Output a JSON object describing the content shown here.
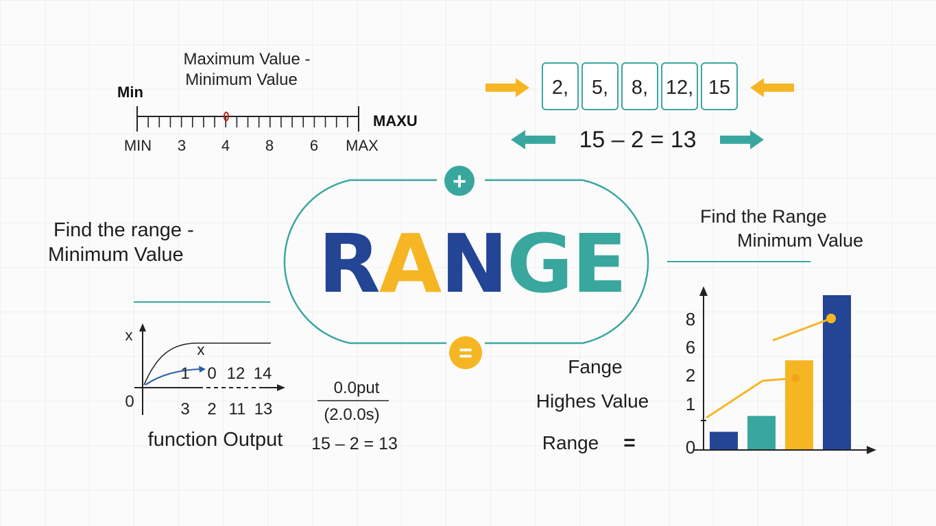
{
  "colors": {
    "navy": "#244596",
    "yellow": "#f6b624",
    "teal": "#3aa79f",
    "ink": "#1e1e1e"
  },
  "title": {
    "letters": [
      {
        "char": "R",
        "color": "#244596"
      },
      {
        "char": "A",
        "color": "#f6b624"
      },
      {
        "char": "N",
        "color": "#244596"
      },
      {
        "char": "G",
        "color": "#3aa79f"
      },
      {
        "char": "E",
        "color": "#3aa79f"
      }
    ],
    "plus_symbol": "+",
    "equals_symbol": "="
  },
  "number_line": {
    "formula_line1": "Maximum Value -",
    "formula_line2": "Minimum Value",
    "min_label": "Min",
    "max_label": "MAXU",
    "tick_labels": [
      "MIN",
      "3",
      "4",
      "8",
      "6",
      "MAX"
    ]
  },
  "data_set": {
    "values": [
      "2,",
      "5,",
      "8,",
      "12,",
      "15"
    ],
    "equation": "15 – 2 = 13"
  },
  "left_note": {
    "line1": "Find the range -",
    "line2": "Minimum Value"
  },
  "right_note": {
    "line1": "Find the Range",
    "line2": "Minimum Value"
  },
  "function_graph": {
    "y_label": "x",
    "curve_label": "x",
    "origin": "0",
    "upper_row": [
      "1",
      "0",
      "12",
      "14"
    ],
    "lower_row": [
      "3",
      "2",
      "11",
      "13"
    ],
    "caption": "function Output",
    "fraction_top": "0.0put",
    "fraction_bottom": "(2.0.0s)",
    "equation": "15 – 2 = 13"
  },
  "center_lower": {
    "line1": "Fange",
    "line2": "Highes Value",
    "range_label": "Range",
    "equals": "="
  },
  "bar_chart": {
    "y_ticks": [
      "8",
      "6",
      "2",
      "1",
      "0"
    ],
    "bar_heights": [
      0.11,
      0.21,
      0.56,
      0.97
    ],
    "bar_colors": [
      "#244596",
      "#3aa79f",
      "#f6b624",
      "#244596"
    ]
  }
}
